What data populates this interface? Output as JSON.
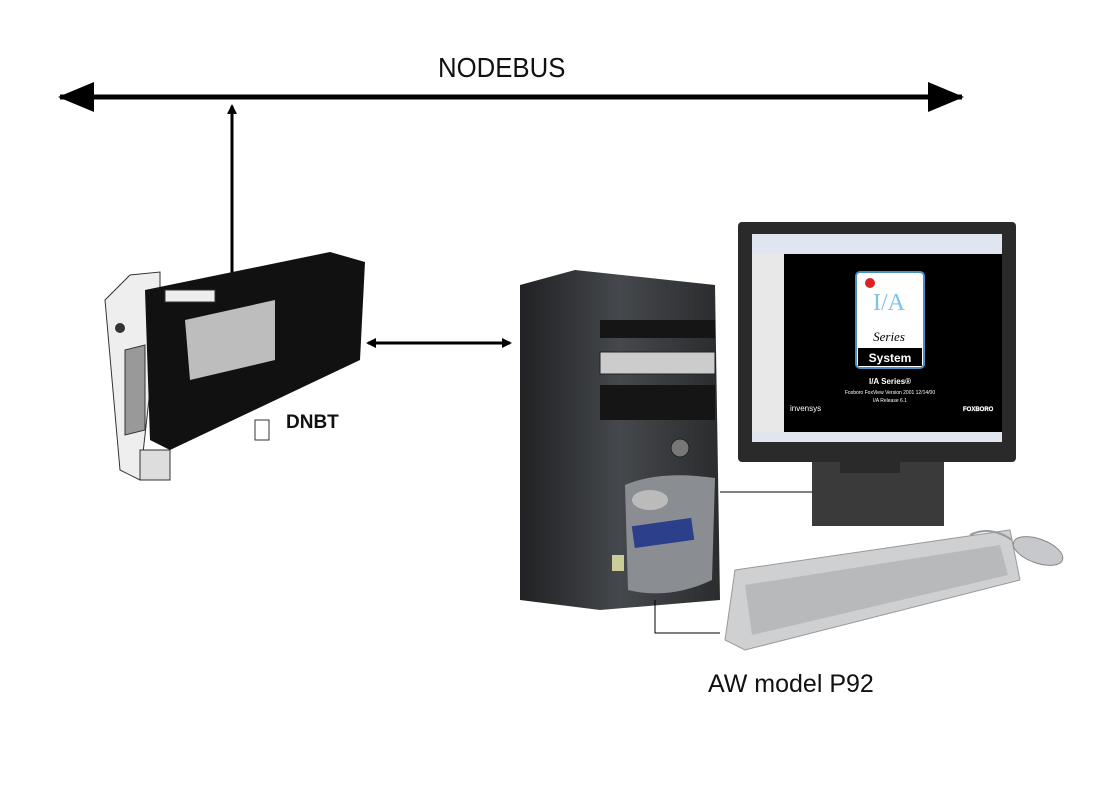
{
  "labels": {
    "bus": "NODEBUS",
    "card": "DNBT",
    "workstation": "AW model P92"
  },
  "screen": {
    "logo_top": "I/A",
    "logo_series": "Series",
    "logo_system": "System",
    "title": "I/A Series®",
    "version": "Foxboro FoxView Version 2001 12/14/00",
    "release": "I/A Release 6.1",
    "vendor": "invensys",
    "brand": "FOXBORO"
  },
  "colors": {
    "line": "#000000",
    "monitor": "#2a2a2a",
    "tower": "#2f3134",
    "keyboard": "#cfd0d2"
  }
}
